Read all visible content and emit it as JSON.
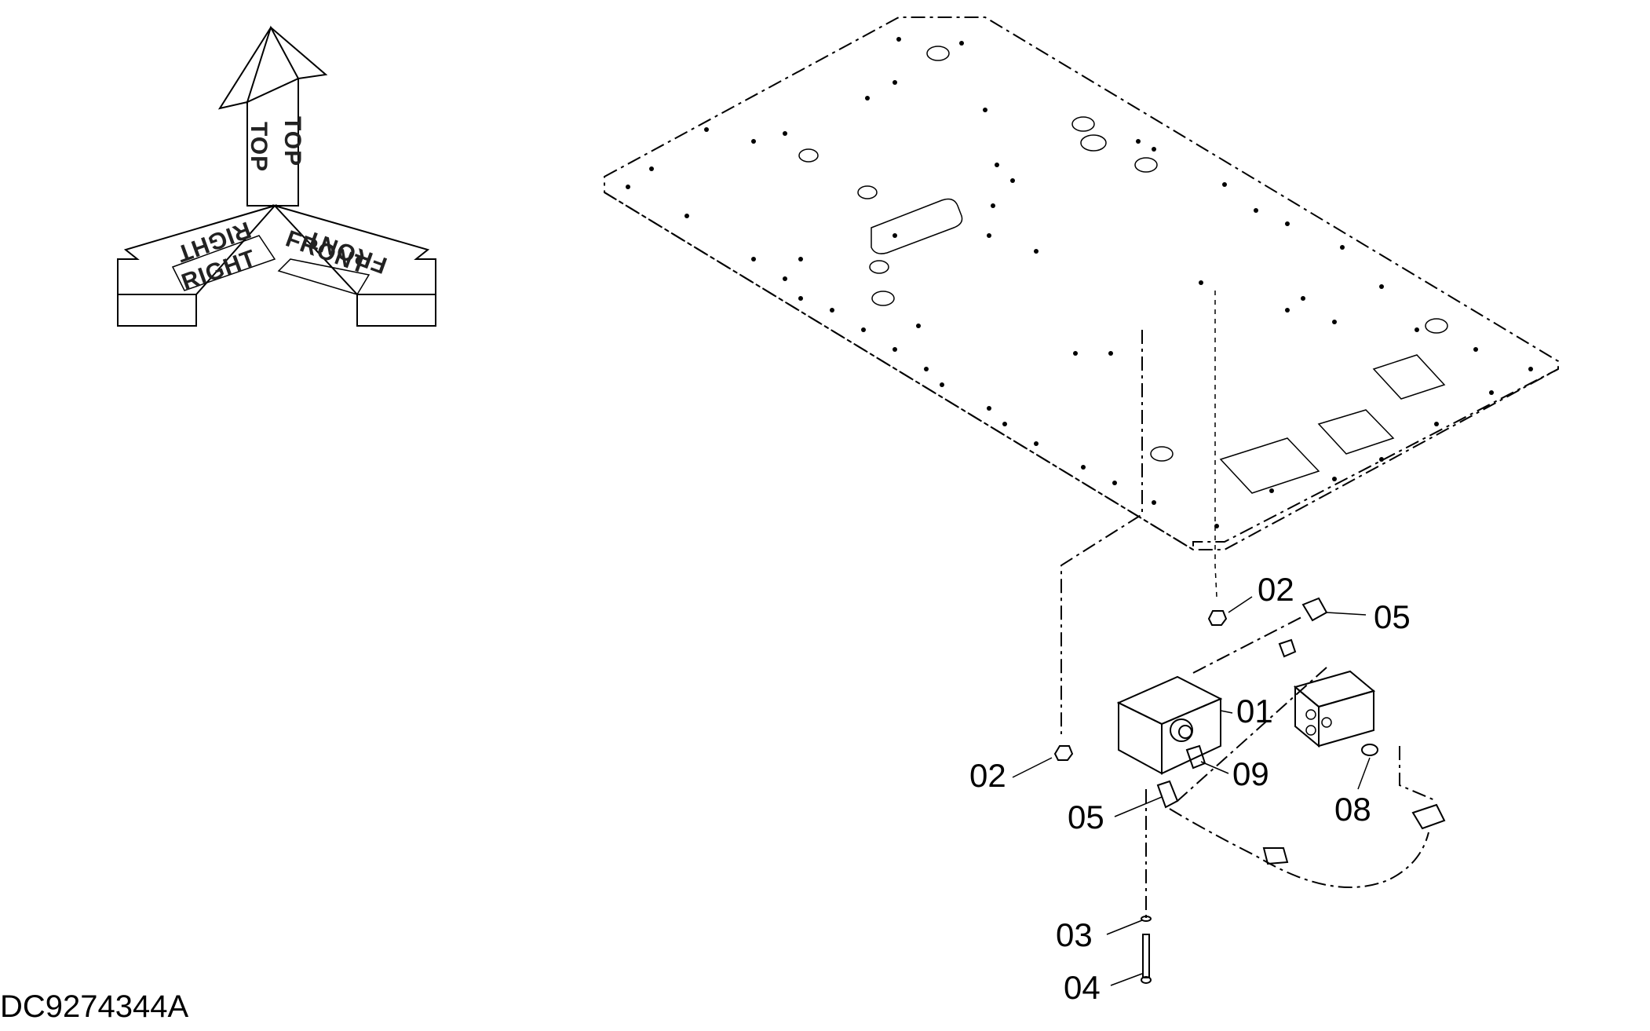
{
  "drawing": {
    "document_id": "DC9274344A"
  },
  "orientation_symbol": {
    "top_label": "TOP",
    "right_label": "RIGHT",
    "front_label": "FRONT"
  },
  "callouts": [
    {
      "number": "01"
    },
    {
      "number": "02"
    },
    {
      "number": "02"
    },
    {
      "number": "03"
    },
    {
      "number": "04"
    },
    {
      "number": "05"
    },
    {
      "number": "05"
    },
    {
      "number": "08"
    },
    {
      "number": "09"
    }
  ]
}
